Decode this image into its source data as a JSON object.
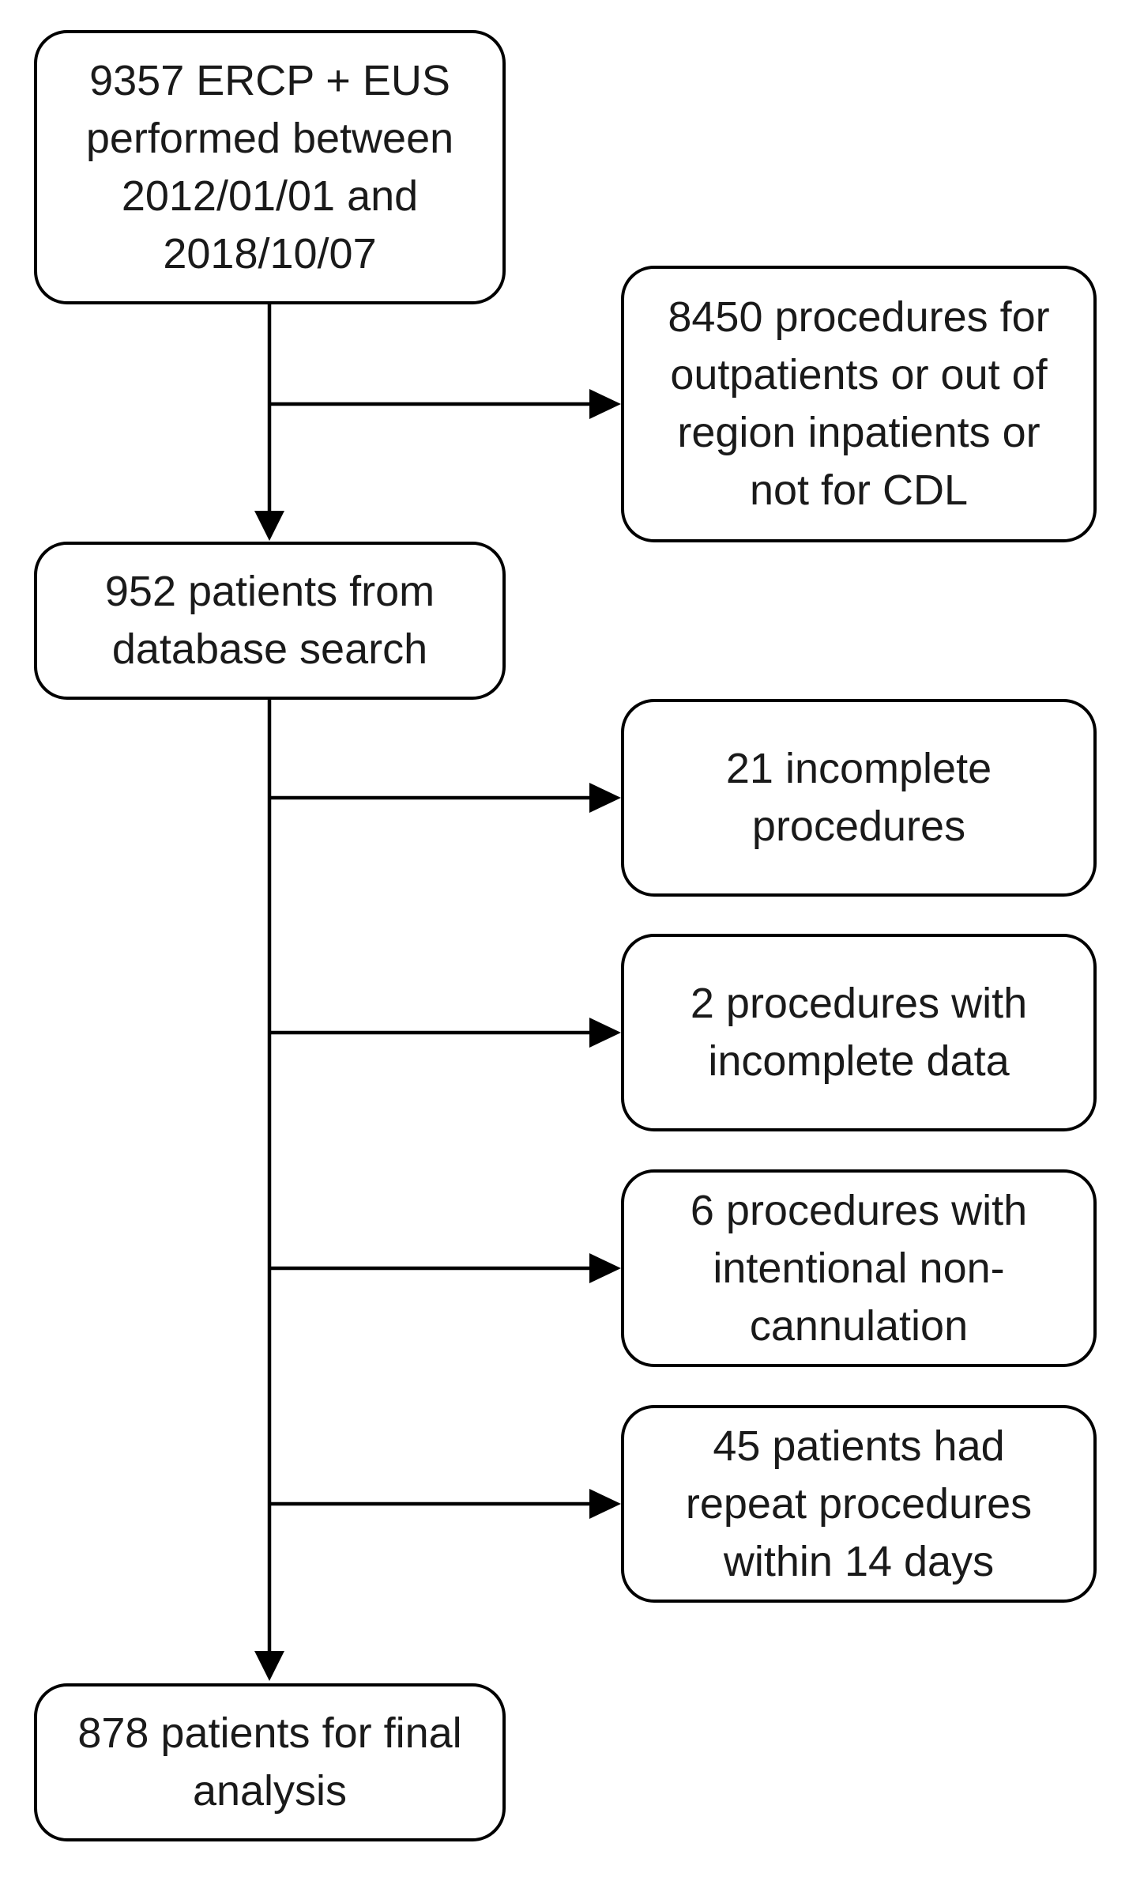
{
  "diagram": {
    "type": "flowchart",
    "colors": {
      "line": "#000000",
      "box_border": "#000000",
      "text": "#1a1a1a",
      "background": "#ffffff"
    },
    "main_boxes": [
      {
        "id": "initial",
        "text": "9357 ERCP + EUS\nperformed between\n2012/01/01 and\n2018/10/07"
      },
      {
        "id": "database",
        "text": "952 patients from\ndatabase search"
      },
      {
        "id": "final",
        "text": "878 patients for final\nanalysis"
      }
    ],
    "exclusion_boxes": [
      {
        "id": "excl-outpatients",
        "text": "8450 procedures for\noutpatients or out of\nregion inpatients or\nnot for CDL"
      },
      {
        "id": "excl-incomplete-procedures",
        "text": "21 incomplete\nprocedures"
      },
      {
        "id": "excl-incomplete-data",
        "text": "2 procedures with\nincomplete data"
      },
      {
        "id": "excl-non-cannulation",
        "text": "6 procedures with\nintentional non-\ncannulation"
      },
      {
        "id": "excl-repeat",
        "text": "45 patients had\nrepeat procedures\nwithin 14 days"
      }
    ]
  }
}
